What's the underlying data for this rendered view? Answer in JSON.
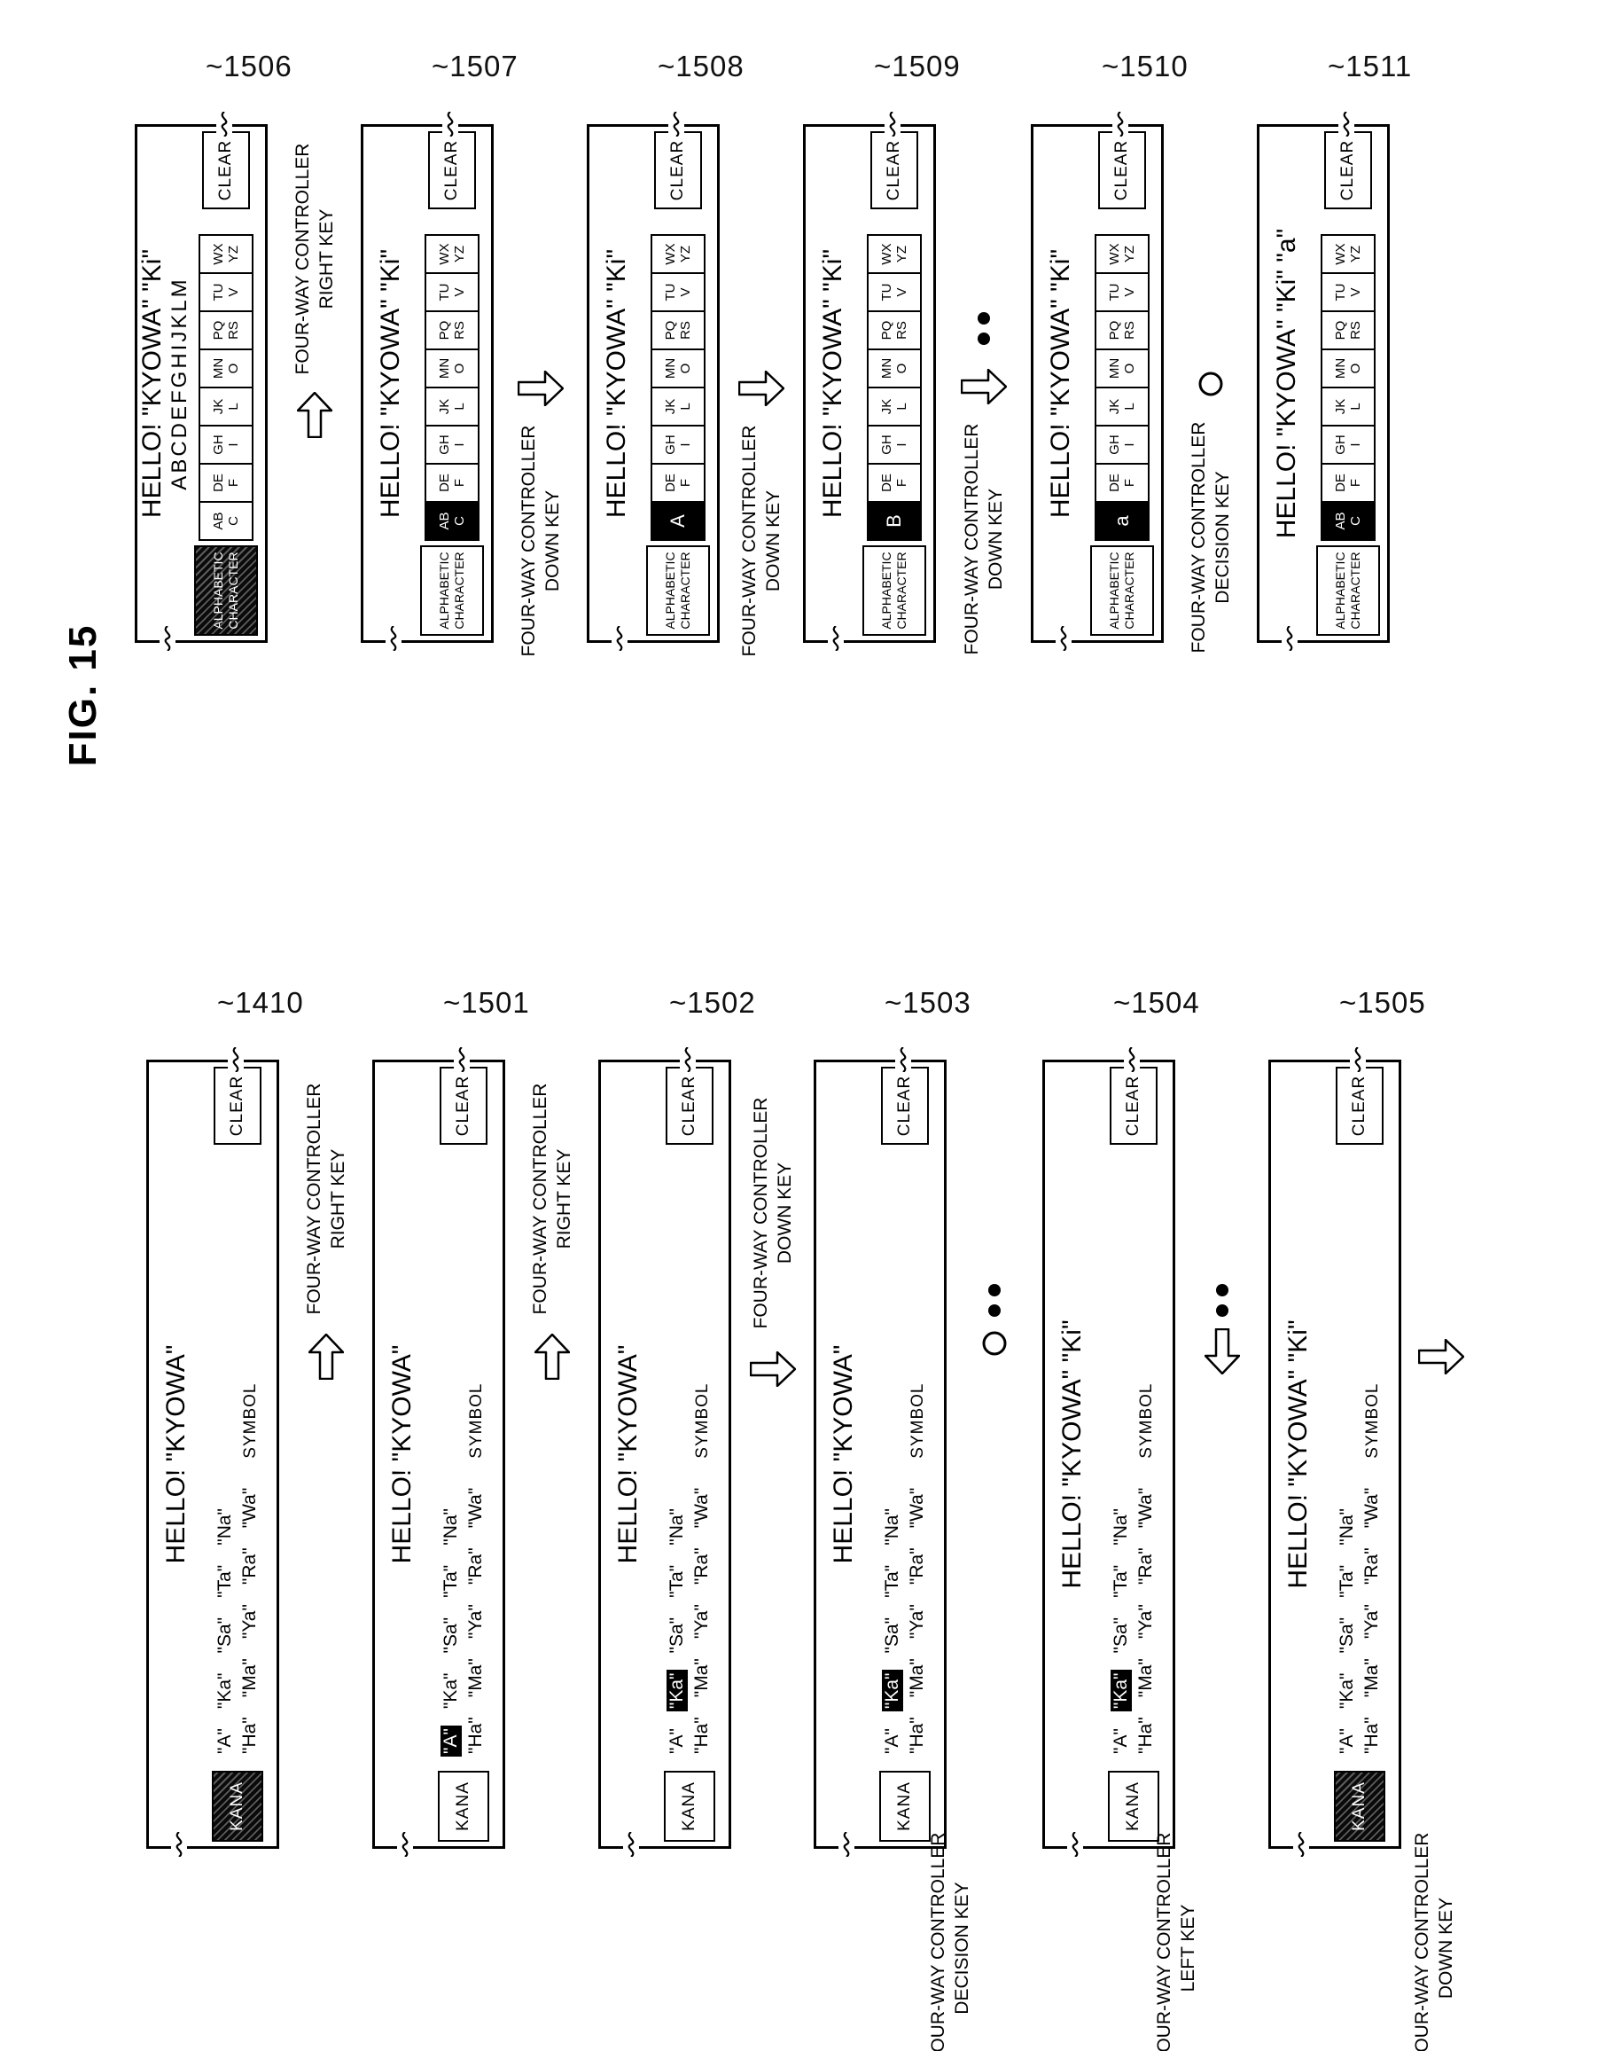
{
  "figure_title": "FIG. 15",
  "alpha_keyboard": {
    "tab_line1": "ALPHABETIC",
    "tab_line2": "CHARACTER",
    "groups": [
      [
        "AB",
        "C"
      ],
      [
        "DE",
        "F"
      ],
      [
        "GH",
        "I"
      ],
      [
        "JK",
        "L"
      ],
      [
        "MN",
        "O"
      ],
      [
        "PQ",
        "RS"
      ],
      [
        "TU",
        "V"
      ],
      [
        "WX",
        "YZ"
      ]
    ],
    "clear": "CLEAR"
  },
  "kana_keyboard": {
    "tab": "KANA",
    "row1": [
      "\"A\"",
      "\"Ka\"",
      "\"Sa\"",
      "\"Ta\"",
      "\"Na\""
    ],
    "row2": [
      "\"Ha\"",
      "\"Ma\"",
      "\"Ya\"",
      "\"Ra\"",
      "\"Wa\""
    ],
    "symbol": "SYMBOL",
    "clear": "CLEAR"
  },
  "kana_screens": [
    {
      "ref": "~1410",
      "lines": [
        "HELLO! \"KYOWA\""
      ],
      "tab_selected": true,
      "selected_row": 0,
      "selected_index": -1
    },
    {
      "ref": "~1501",
      "lines": [
        "HELLO! \"KYOWA\""
      ],
      "tab_selected": false,
      "selected_row": 1,
      "selected_index": 0
    },
    {
      "ref": "~1502",
      "lines": [
        "HELLO! \"KYOWA\""
      ],
      "tab_selected": false,
      "selected_row": 1,
      "selected_index": 1
    },
    {
      "ref": "~1503",
      "lines": [
        "HELLO! \"KYOWA\""
      ],
      "tab_selected": false,
      "selected_row": 1,
      "selected_index": 1
    },
    {
      "ref": "~1504",
      "lines": [
        "HELLO! \"KYOWA\" \"Ki\""
      ],
      "tab_selected": false,
      "selected_row": 1,
      "selected_index": 1
    },
    {
      "ref": "~1505",
      "lines": [
        "HELLO! \"KYOWA\" \"Ki\""
      ],
      "tab_selected": true,
      "selected_row": 0,
      "selected_index": -1
    }
  ],
  "alpha_screens": [
    {
      "ref": "~1506",
      "lines": [
        "HELLO! \"KYOWA\" \"Ki\"",
        "ABCDEFGHIJKLM"
      ],
      "tab_selected": true,
      "selected_group": -1,
      "active_char": null
    },
    {
      "ref": "~1507",
      "lines": [
        "HELLO! \"KYOWA\" \"Ki\""
      ],
      "tab_selected": false,
      "selected_group": 0,
      "active_char": null
    },
    {
      "ref": "~1508",
      "lines": [
        "HELLO! \"KYOWA\" \"Ki\""
      ],
      "tab_selected": false,
      "selected_group": 0,
      "active_char": "A"
    },
    {
      "ref": "~1509",
      "lines": [
        "HELLO! \"KYOWA\" \"Ki\""
      ],
      "tab_selected": false,
      "selected_group": 0,
      "active_char": "B"
    },
    {
      "ref": "~1510",
      "lines": [
        "HELLO! \"KYOWA\" \"Ki\""
      ],
      "tab_selected": false,
      "selected_group": 0,
      "active_char": "a"
    },
    {
      "ref": "~1511",
      "lines": [
        "HELLO! \"KYOWA\" \"Ki\" \"a\""
      ],
      "tab_selected": false,
      "selected_group": 0,
      "active_char": null
    }
  ],
  "transitions": [
    {
      "line1": "FOUR-WAY CONTROLLER",
      "line2": "RIGHT KEY",
      "symbol": "arrow-up",
      "dots": false
    },
    {
      "line1": "FOUR-WAY CONTROLLER",
      "line2": "DOWN KEY",
      "symbol": "arrow-right",
      "dots": false
    },
    {
      "line1": "FOUR-WAY CONTROLLER",
      "line2": "DOWN KEY",
      "symbol": "arrow-right",
      "dots": false
    },
    {
      "line1": "FOUR-WAY CONTROLLER",
      "line2": "DOWN KEY",
      "symbol": "arrow-right",
      "dots": true
    },
    {
      "line1": "FOUR-WAY CONTROLLER",
      "line2": "DECISION KEY",
      "symbol": "circle",
      "dots": false
    },
    {
      "line1": "FOUR-WAY CONTROLLER",
      "line2": "RIGHT KEY",
      "symbol": "arrow-up",
      "dots": false
    },
    {
      "line1": "FOUR-WAY CONTROLLER",
      "line2": "RIGHT KEY",
      "symbol": "arrow-up",
      "dots": false
    },
    {
      "line1": "FOUR-WAY CONTROLLER",
      "line2": "DOWN KEY",
      "symbol": "arrow-right",
      "dots": false
    },
    {
      "line1": "FOUR-WAY CONTROLLER",
      "line2": "DECISION KEY",
      "symbol": "circle",
      "dots": true
    },
    {
      "line1": "FOUR-WAY CONTROLLER",
      "line2": "LEFT KEY",
      "symbol": "arrow-down",
      "dots": true
    },
    {
      "line1": "FOUR-WAY CONTROLLER",
      "line2": "DOWN KEY",
      "symbol": "arrow-right",
      "dots": false
    }
  ]
}
